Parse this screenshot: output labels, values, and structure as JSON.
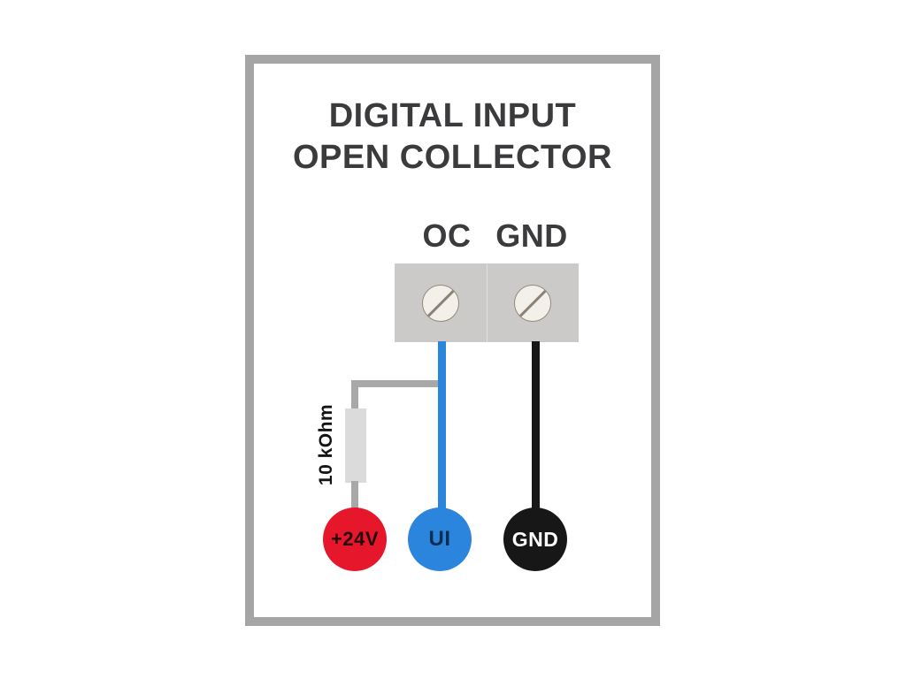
{
  "diagram": {
    "title_line1": "DIGITAL INPUT",
    "title_line2": "OPEN COLLECTOR",
    "terminal_labels": {
      "oc": "OC",
      "gnd": "GND"
    },
    "resistor_label": "10 kOhm",
    "connectors": {
      "power": "+24V",
      "input": "UI",
      "ground": "GND"
    },
    "colors": {
      "frame": "#a5a5a5",
      "terminal_block": "#cbcac9",
      "terminal_divider": "#dfdfdf",
      "screw": "#f3f0e9",
      "screw_border": "#94897d",
      "screw_slot": "#8a8276",
      "wire_blue": "#2b85dc",
      "wire_black": "#171717",
      "wire_gray": "#a8a8a8",
      "resistor": "#dbdbdb",
      "connector_power": "#e6162b",
      "connector_input": "#2b85dc",
      "connector_ground": "#171717",
      "text_dark": "#3b3b3d",
      "power_text": "#240b0e",
      "input_text": "#0e2d52",
      "ground_text": "#ffffff",
      "resistor_text": "#141414"
    }
  }
}
